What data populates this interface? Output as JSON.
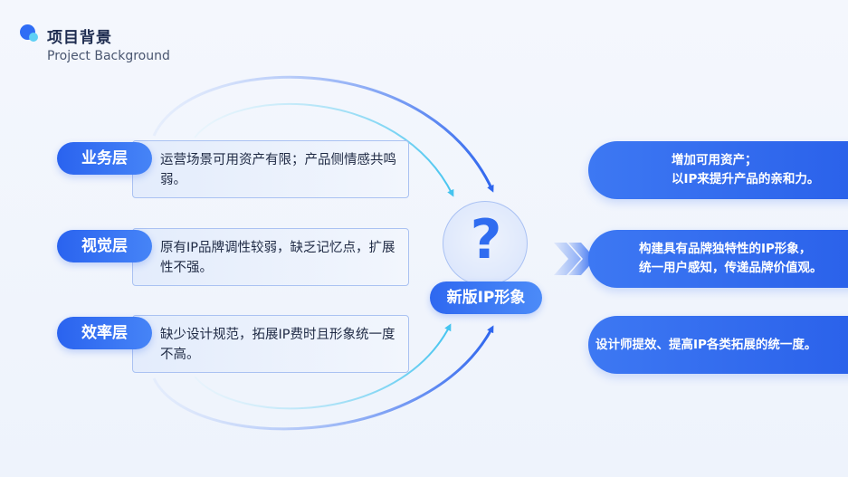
{
  "header": {
    "title": "项目背景",
    "subtitle": "Project Background"
  },
  "layers": [
    {
      "label": "业务层",
      "desc": "运营场景可用资产有限；产品侧情感共鸣弱。"
    },
    {
      "label": "视觉层",
      "desc": "原有IP品牌调性较弱，缺乏记忆点，扩展性不强。"
    },
    {
      "label": "效率层",
      "desc": "缺少设计规范，拓展IP费时且形象统一度不高。"
    }
  ],
  "center": {
    "symbol": "?",
    "label": "新版IP形象"
  },
  "results": [
    {
      "line1": "增加可用资产；",
      "line2": "以IP来提升产品的亲和力。"
    },
    {
      "line1": "构建具有品牌独特性的IP形象，",
      "line2": "统一用户感知，传递品牌价值观。"
    },
    {
      "line1": "设计师提效、提高IP各类拓展的统一度。",
      "line2": ""
    }
  ],
  "colors": {
    "accent": "#2f6df5",
    "accent_light": "#5fd0f5",
    "box_border": "#aac2f2",
    "text_dark": "#1d2b4f"
  }
}
